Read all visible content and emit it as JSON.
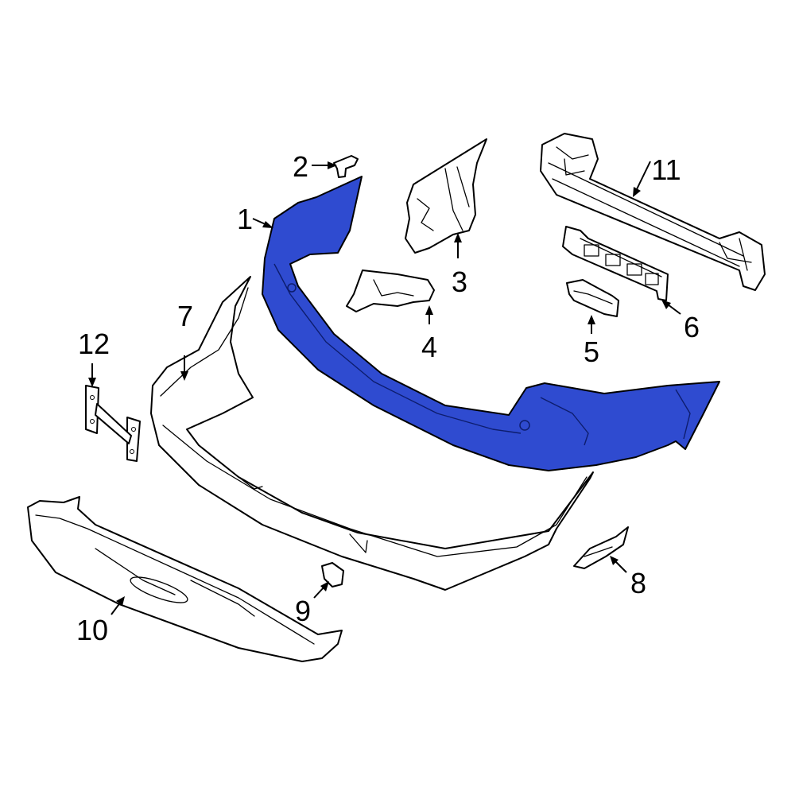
{
  "diagram": {
    "highlight_color": "#2f4bd0",
    "callouts": [
      {
        "id": "1",
        "label": "1"
      },
      {
        "id": "2",
        "label": "2"
      },
      {
        "id": "3",
        "label": "3"
      },
      {
        "id": "4",
        "label": "4"
      },
      {
        "id": "5",
        "label": "5"
      },
      {
        "id": "6",
        "label": "6"
      },
      {
        "id": "7",
        "label": "7"
      },
      {
        "id": "8",
        "label": "8"
      },
      {
        "id": "9",
        "label": "9"
      },
      {
        "id": "10",
        "label": "10"
      },
      {
        "id": "11",
        "label": "11"
      },
      {
        "id": "12",
        "label": "12"
      }
    ]
  }
}
